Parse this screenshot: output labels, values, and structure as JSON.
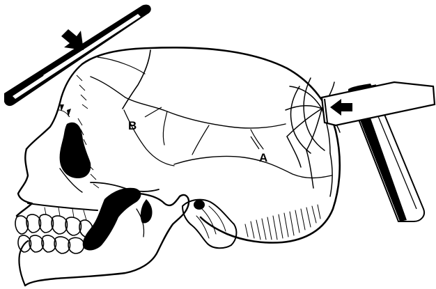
{
  "figure": {
    "labels": {
      "a": "A",
      "b": "B"
    },
    "colors": {
      "ink": "#000000",
      "paper": "#ffffff"
    },
    "icons": [
      "rod-object",
      "hammer-object",
      "arrow-icon",
      "skull-drawing"
    ]
  }
}
